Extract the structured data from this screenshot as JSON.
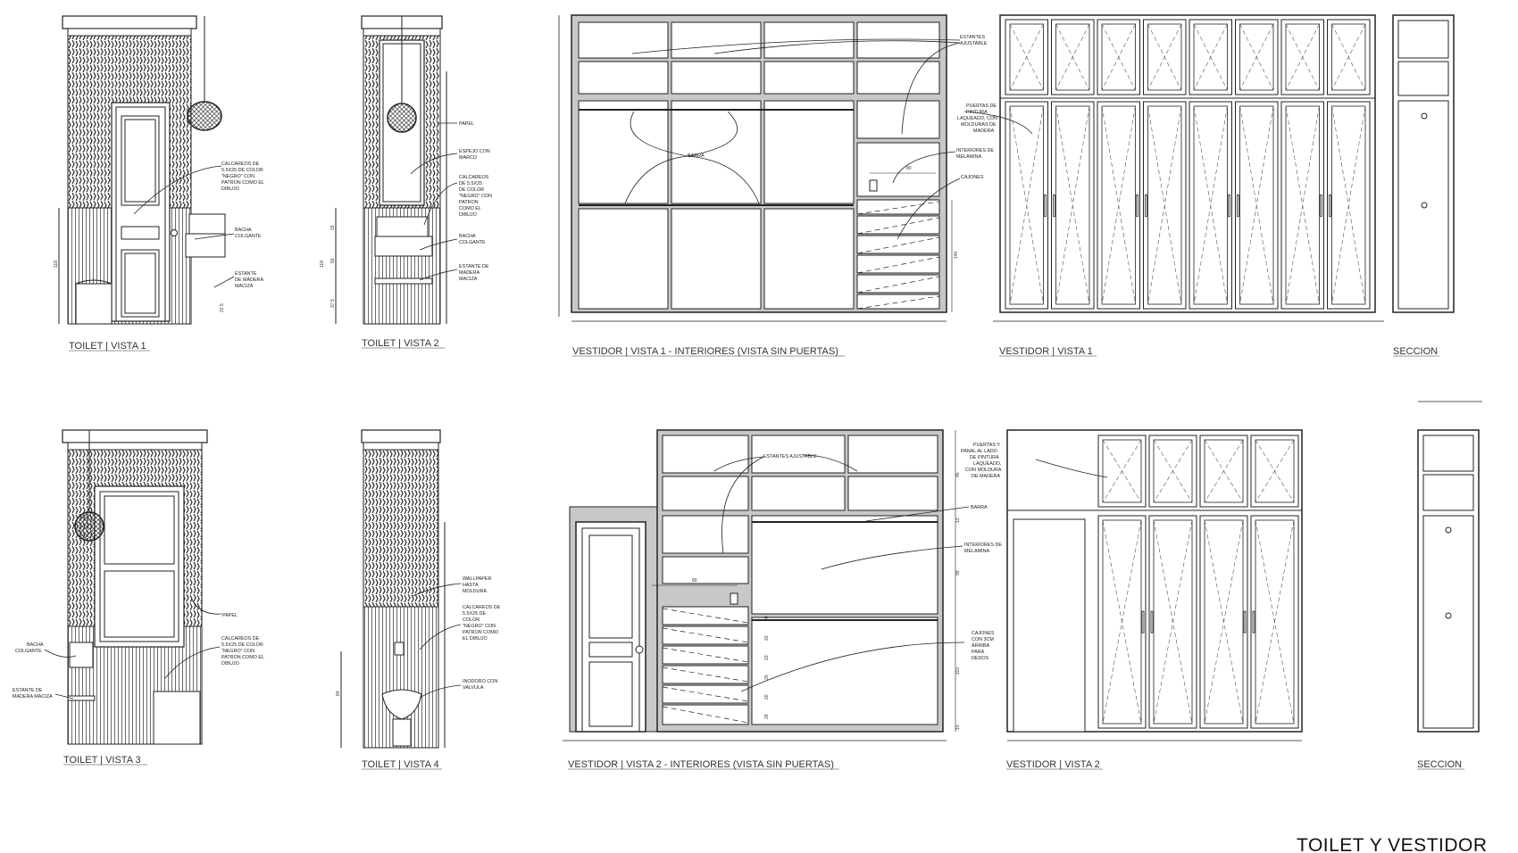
{
  "sheet_title": "TOILET Y VESTIDOR",
  "views": {
    "toilet1": {
      "title": "TOILET  | VISTA 1",
      "notes": [
        "CALCAREOS DE",
        "5.5X25 DE COLOR",
        "\"NEGRO\" CON",
        "PATRON COMO EL",
        "DIBUJO"
      ],
      "bacha": [
        "BACHA",
        "COLGANTE"
      ],
      "estante": [
        "ESTANTE",
        "DE MADERA",
        "MACIZA"
      ],
      "dims": [
        "118",
        "22.5"
      ]
    },
    "toilet2": {
      "title": "TOILET  | VISTA 2",
      "papel": "PAPEL",
      "espejo": [
        "ESPEJO CON",
        "MARCO"
      ],
      "calcareos": [
        "CALCAREOS",
        "DE 5.5X25",
        "DE COLOR",
        "\"NEGRO\" CON",
        "PATRON",
        "COMO EL",
        "DIBUJO"
      ],
      "bacha": [
        "BACHA",
        "COLGANTE"
      ],
      "estante": [
        "ESTANTE DE",
        "MADERA",
        "MACIZA"
      ],
      "dims": [
        "15",
        "118",
        "50",
        "37.5"
      ]
    },
    "toilet3": {
      "title": "TOILET  | VISTA 3",
      "papel": "PAPEL",
      "bacha": [
        "BACHA",
        "COLGANTE"
      ],
      "calcareos": [
        "CALCAREOS DE",
        "5.5X25 DE COLOR",
        "\"NEGRO\" CON",
        "PATRON COMO EL",
        "DIBUJO"
      ],
      "estante": [
        "ESTANTE DE",
        "MADERA MACIZA"
      ]
    },
    "toilet4": {
      "title": "TOILET  | VISTA 4",
      "wallpaper": [
        "WALLPAPER",
        "HASTA",
        "MOLDURA"
      ],
      "calcareos": [
        "CALCAREOS DE",
        "5.5X25 DE",
        "COLOR",
        "\"NEGRO\" CON",
        "PATRON COMO",
        "EL DIBUJO"
      ],
      "inodoro": [
        "INODORO CON",
        "VALVULA"
      ],
      "dims": [
        "84"
      ]
    },
    "vest1_int": {
      "title": "VESTIDOR | VISTA 1 - INTERIORES (VISTA SIN PUERTAS)",
      "estantes": [
        "ESTANTES",
        "AJUSTABLE"
      ],
      "barra": "BARRA",
      "interiores": [
        "INTERIORES DE",
        "MELAMINA"
      ],
      "cajones": "CAJONES",
      "dims": [
        "80",
        "140"
      ]
    },
    "vest1": {
      "title": "VESTIDOR | VISTA 1",
      "puertas": [
        "PUERTAS DE",
        "PINTURA",
        "LAQUEADO, CON",
        "MOLDURAS DE",
        "MADERA"
      ]
    },
    "seccion1": {
      "title": "SECCION"
    },
    "vest2_int": {
      "title": "VESTIDOR | VISTA 2 - INTERIORES (VISTA SIN PUERTAS)",
      "estantes": "ESTANTES AJUSTABLE",
      "barra": "BARRA",
      "interiores": [
        "INTERIORES DE",
        "MELAMINA"
      ],
      "cajones": [
        "CAJONES",
        "CON 3CM",
        "ARRIBA",
        "PARA",
        "DEDOS"
      ],
      "dims": [
        "80",
        "45",
        "13",
        "99",
        "110",
        "10",
        "20",
        "20",
        "20",
        "20",
        "20",
        "29"
      ]
    },
    "vest2": {
      "title": "VESTIDOR | VISTA 2",
      "puertas": [
        "PUERTAS Y",
        "PANAL AL LADO",
        "DE PINTURA",
        "LAQUEADO,",
        "CON MOLDURA",
        "DE MADERA"
      ]
    },
    "seccion2": {
      "title": "SECCION"
    }
  },
  "colors": {
    "line": "#222222",
    "fill_gray": "#c8c8c8",
    "tile": "#444444"
  }
}
